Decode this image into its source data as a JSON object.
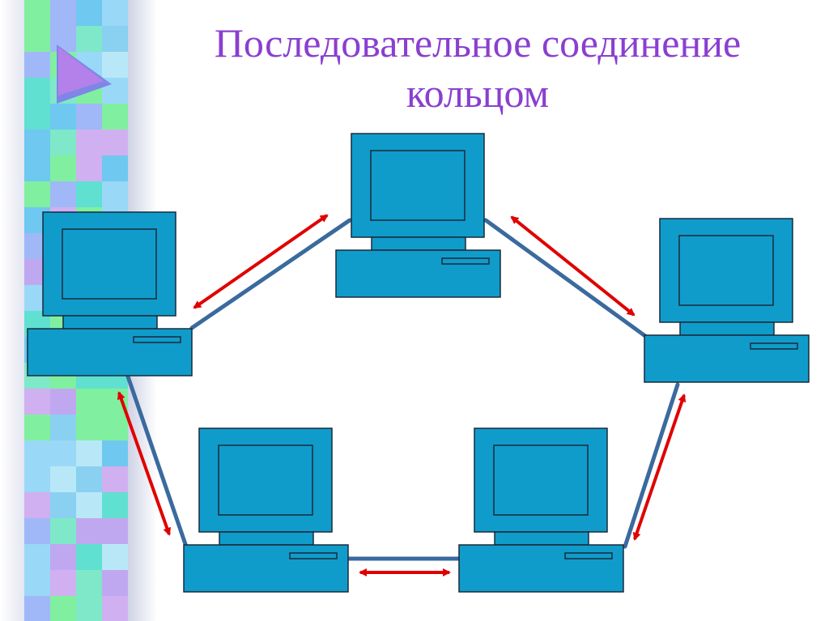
{
  "slide": {
    "title": "Последовательное соединение кольцом"
  },
  "diagram": {
    "topology": "ring",
    "nodes": [
      {
        "id": "pc-top",
        "label": ""
      },
      {
        "id": "pc-left",
        "label": ""
      },
      {
        "id": "pc-right",
        "label": ""
      },
      {
        "id": "pc-bottom-left",
        "label": ""
      },
      {
        "id": "pc-bottom-right",
        "label": ""
      }
    ],
    "links": [
      {
        "from": "pc-left",
        "to": "pc-top",
        "direction": "bidirectional"
      },
      {
        "from": "pc-top",
        "to": "pc-right",
        "direction": "bidirectional"
      },
      {
        "from": "pc-right",
        "to": "pc-bottom-right",
        "direction": "bidirectional"
      },
      {
        "from": "pc-bottom-right",
        "to": "pc-bottom-left",
        "direction": "bidirectional"
      },
      {
        "from": "pc-bottom-left",
        "to": "pc-left",
        "direction": "bidirectional"
      }
    ],
    "colors": {
      "computer_fill": "#0f9ccb",
      "computer_stroke": "#1a2a3a",
      "cable": "#3a6a9e",
      "arrow": "#e00000",
      "title": "#8a3fd0"
    }
  }
}
